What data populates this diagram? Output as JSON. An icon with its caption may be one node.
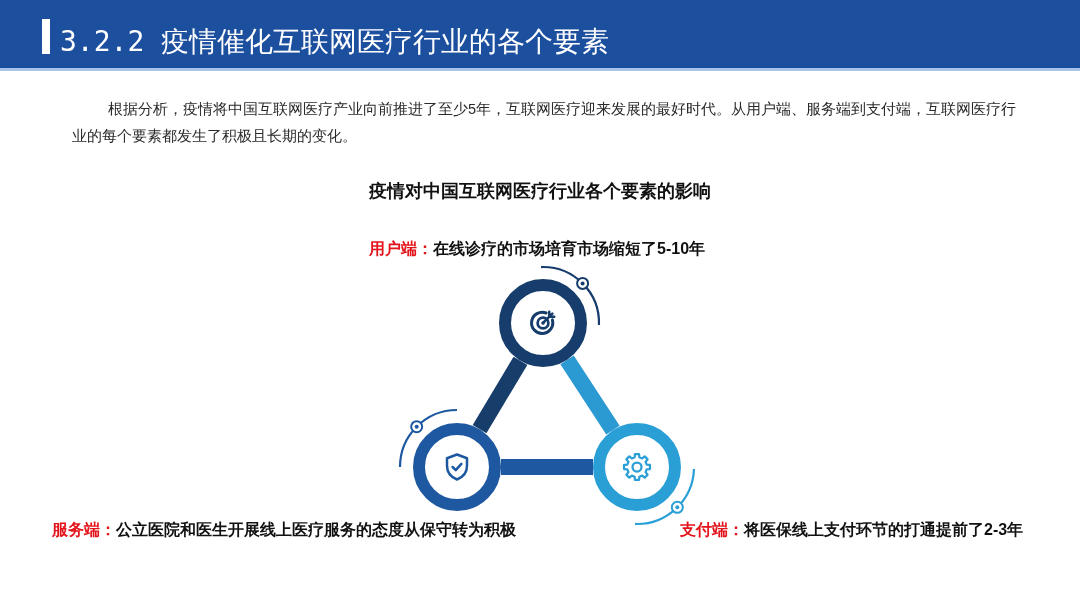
{
  "diagram": {
    "title": "疫情对中国互联网医疗行业各个要素的影响",
    "nodes": [
      {
        "text": [],
        "shape": "circle",
        "beside": [
          "用户端：",
          "在线诊疗的市场培育市场缩短了5-10年"
        ]
      },
      {
        "text": [],
        "shape": "circle",
        "beside": [
          "服务端：",
          "公立医院和医生开展线上医疗服务的态度从保守转为积极"
        ]
      },
      {
        "text": [],
        "shape": "circle",
        "beside": [
          "支付端：",
          "将医保线上支付环节的打通提前了2-3年"
        ]
      }
    ],
    "edges": [
      {
        "from": 0,
        "to": 1,
        "arrow": "none",
        "color": "#173d6b"
      },
      {
        "from": 0,
        "to": 2,
        "arrow": "none",
        "color": "#2b9ad3"
      },
      {
        "from": 1,
        "to": 2,
        "arrow": "none",
        "color": "#1d58a0"
      }
    ],
    "labels": [
      "3.2.2 疫情催化互联网医疗行业的各个要素",
      "根据分析，疫情将中国互联网医疗产业向前推进了至少5年，互联网医疗迎来发展的最好时代。从用户端、服务端到支付端，互联网医疗行业的每个要素都发生了积极且长期的变化。"
    ]
  }
}
